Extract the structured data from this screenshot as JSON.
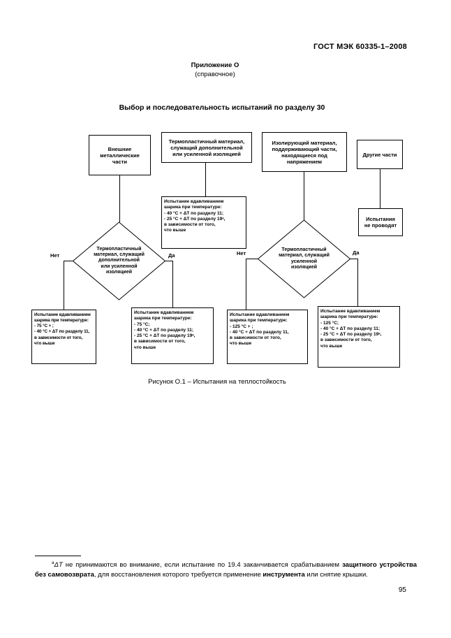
{
  "page": {
    "header": "ГОСТ МЭК 60335-1–2008",
    "page_number": "95"
  },
  "appendix": {
    "label": "Приложение О",
    "type": "(справочное)"
  },
  "title": "Выбор и последовательность испытаний по разделу 30",
  "flowchart": {
    "top_boxes": [
      {
        "text": "Внешние\nметаллические\nчасти"
      },
      {
        "text": "Термопластичный материал,\nслужащий дополнительной\nили усиленной изоляцией"
      },
      {
        "text": "Изолирующий материал,\nподдерживающий части,\nнаходящиеся под\nнапряжением"
      },
      {
        "text": "Другие части"
      }
    ],
    "mid_boxes": [
      {
        "text": "Испытание вдавливанием\nшарика при температуре:\n- 40 °С + ΔТ по разделу 11;\n- 25 °С + ΔТ по разделу 19ᵃ,\nв зависимости от того,\nчто выше"
      },
      {
        "text": "Испытания\nне проводят"
      }
    ],
    "decisions": [
      {
        "text": "Термопластичный\nматериал, служащий\nдополнительной\nили усиленной\nизоляцией",
        "no_label": "Нет",
        "yes_label": "Да"
      },
      {
        "text": "Термопластичный\nматериал, служащий\nусиленной\nизоляцией",
        "no_label": "Нет",
        "yes_label": "Да"
      }
    ],
    "bottom_boxes": [
      {
        "text": "Испытание вдавливанием\nшарика при температуре:\n- 75 °С + ;\n- 40 °С + ΔТ по разделу 11,\nв зависимости от того,\nчто выше"
      },
      {
        "text": "Испытание вдавливанием\nшарика при температуре:\n- 75 °С;\n- 40 °С + ΔТ по разделу 11;\n- 25 °С + ΔТ по разделу 19ᵃ,\nв зависимости от того,\nчто выше"
      },
      {
        "text": "Испытание вдавливанием\nшарика при температуре:\n- 125 °С + ;\n- 40 °С + ΔТ по разделу 11,\nв зависимости от того,\nчто выше"
      },
      {
        "text": "Испытание вдавливанием\nшарика при температуре:\n- 125 °С;\n- 40 °С + ΔТ по разделу 11;\n- 25 °С + ΔТ по разделу 19ᵃ,\nв зависимости от того,\nчто выше"
      }
    ]
  },
  "caption": "Рисунок О.1 – Испытания на теплостойкость",
  "footnote": {
    "marker": "а",
    "delta": "ΔТ",
    "part1": " не принимаются во внимание, если испытание по 19.4 заканчивается срабатыванием ",
    "bold1": "защитного устройства без самовозврата",
    "part2": ", для восстановления которого требуется применение ",
    "bold2": "инструмента",
    "part3": " или снятие крышки."
  }
}
